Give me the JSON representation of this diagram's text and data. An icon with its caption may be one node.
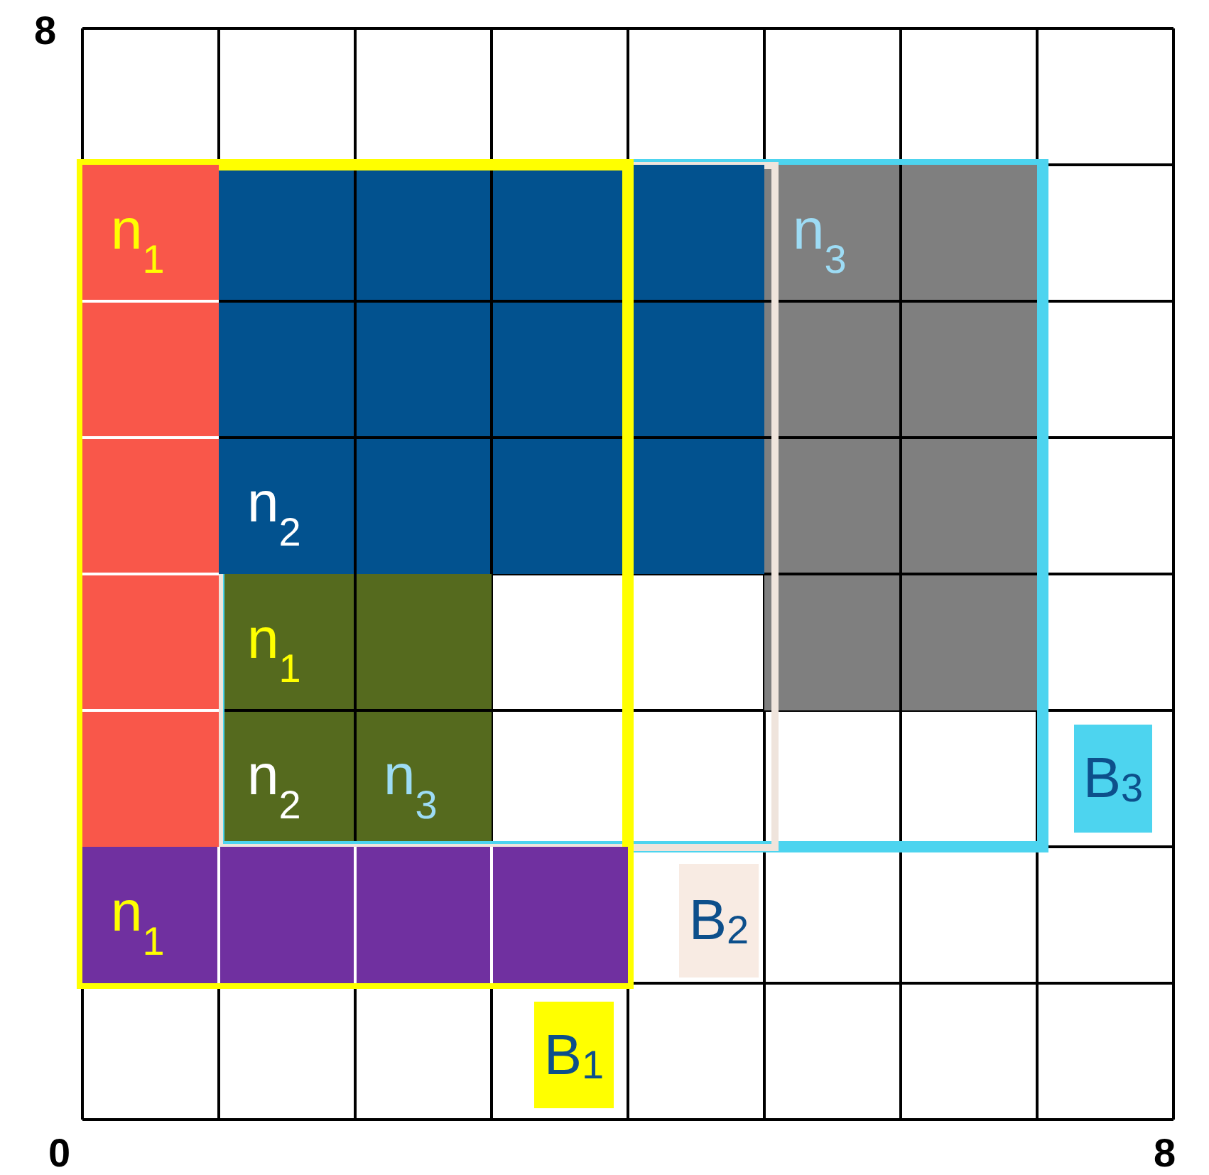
{
  "diagram": {
    "nodes": [
      {
        "text": [
          "B$_{1}$"
        ]
      },
      {
        "text": [
          "B$_{2}$"
        ],
        "in": 2
      },
      {
        "text": [
          "B$_{3}$"
        ]
      },
      {
        "text": [
          "n$_{1}$"
        ],
        "in": 0
      },
      {
        "text": [
          "n$_{1}$"
        ],
        "in": 0
      },
      {
        "text": [
          "n$_{2}$"
        ],
        "in": 1
      },
      {
        "text": [
          "n$_{1}$",
          "n$_{2}$",
          "n$_{3}$"
        ]
      },
      {
        "text": [
          "n$_{3}$"
        ],
        "in": 2
      }
    ],
    "labels": [
      "8",
      "0",
      "8"
    ]
  }
}
